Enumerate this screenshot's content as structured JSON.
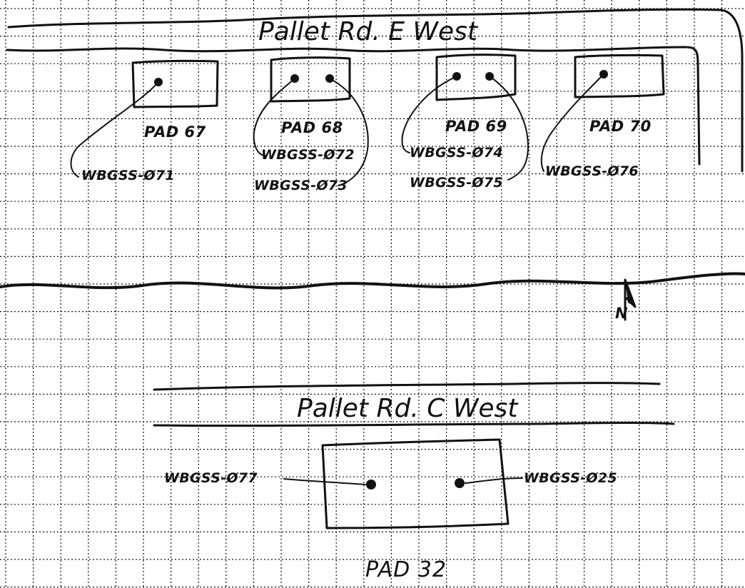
{
  "top_section": {
    "road_label": "Pallet Rd. E West",
    "pads": [
      {
        "name": "PAD 67",
        "wells": [
          "WBGSS-Ø71"
        ]
      },
      {
        "name": "PAD 68",
        "wells": [
          "WBGSS-Ø72",
          "WBGSS-Ø73"
        ]
      },
      {
        "name": "PAD 69",
        "wells": [
          "WBGSS-Ø74",
          "WBGSS-Ø75"
        ]
      },
      {
        "name": "PAD 70",
        "wells": [
          "WBGSS-Ø76"
        ]
      }
    ]
  },
  "north_arrow_label": "N",
  "bottom_section": {
    "road_label": "Pallet Rd. C West",
    "pad": {
      "name": "PAD 32",
      "wells": [
        "WBGSS-Ø77",
        "WBGSS-Ø25"
      ]
    }
  }
}
